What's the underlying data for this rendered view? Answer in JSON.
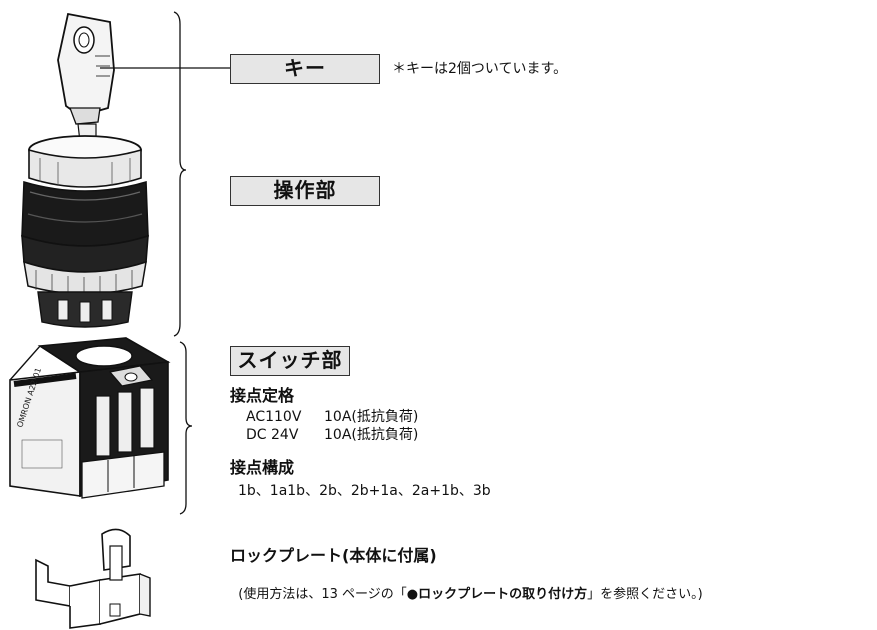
{
  "key": {
    "label": "キー",
    "note": "＊キーは2個ついています。"
  },
  "operation": {
    "label": "操作部"
  },
  "switch": {
    "label": "スイッチ部",
    "rating_heading": "接点定格",
    "ratings": [
      {
        "voltage": "AC110V",
        "current": "10A(抵抗負荷)"
      },
      {
        "voltage": "DC 24V",
        "current": "10A(抵抗負荷)"
      }
    ],
    "config_heading": "接点構成",
    "configs": "1b、1a1b、2b、2b+1a、2a+1b、3b",
    "product_text": "OMRON A22-01"
  },
  "lock_plate": {
    "heading": "ロックプレート(本体に付属)",
    "note_prefix": "(使用方法は、13 ページの「",
    "note_bold": "●ロックプレートの取り付け方",
    "note_suffix": "」を参照ください。)"
  },
  "colors": {
    "label_bg": "#e6e6e6",
    "dark_body": "#1a1a1a"
  }
}
